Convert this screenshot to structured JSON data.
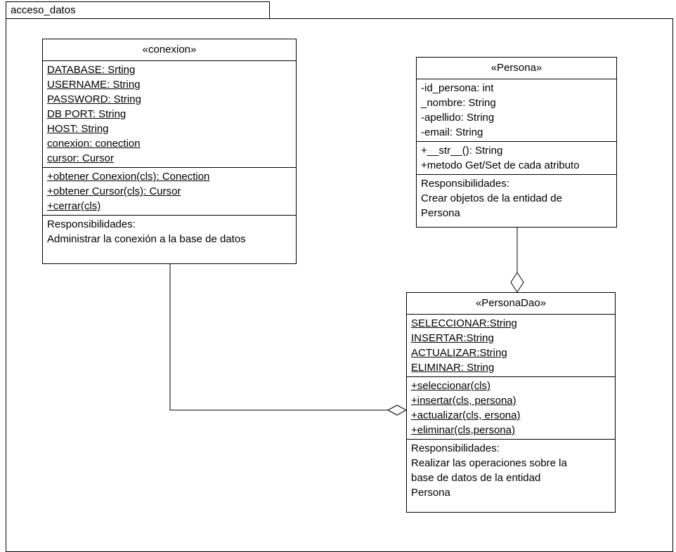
{
  "package": {
    "name": "acceso_datos"
  },
  "conexion": {
    "stereotype": "«conexion»",
    "attributes": [
      "DATABASE: Srting",
      "USERNAME: String",
      "PASSWORD: String",
      "DB PORT: String",
      "HOST: String",
      "conexion: conection",
      "cursor: Cursor"
    ],
    "operations": [
      "+obtener Conexion(cls): Conection",
      "+obtener Cursor(cls): Cursor",
      "+cerrar(cls)"
    ],
    "responsibilities": [
      "Responsibilidades:",
      "Administrar la conexión a la base de datos"
    ]
  },
  "persona": {
    "stereotype": "«Persona»",
    "attributes": [
      "-id_persona: int",
      "_nombre: String",
      "-apellido: String",
      "-email: String"
    ],
    "operations": [
      "+__str__(): String",
      "+metodo Get/Set de cada atributo"
    ],
    "responsibilities": [
      "Responsibilidades:",
      "Crear objetos de la entidad de",
      "Persona"
    ]
  },
  "personaDao": {
    "stereotype": "«PersonaDao»",
    "attributes": [
      "SELECCIONAR:String",
      "INSERTAR:String",
      "ACTUALIZAR:String",
      "ELIMINAR: String"
    ],
    "operations": [
      "+seleccionar(cls)",
      "+insertar(cls, persona)",
      "+actualizar(cls, ersona)",
      "+eliminar(cls,persona)"
    ],
    "responsibilities": [
      "Responsibilidades:",
      "Realizar las operaciones sobre la",
      "base de datos de la entidad",
      "Persona"
    ]
  }
}
